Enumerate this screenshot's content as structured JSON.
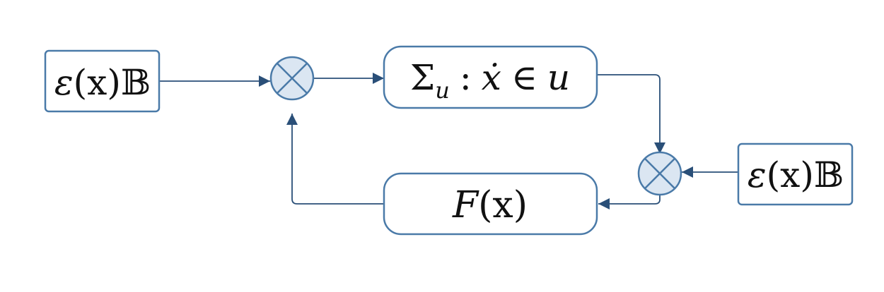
{
  "nodes": {
    "input_left": {
      "symbol": "ε",
      "arg": "(x)",
      "set": "𝔹"
    },
    "input_right": {
      "symbol": "ε",
      "arg": "(x)",
      "set": "𝔹"
    },
    "system": {
      "sigma": "Σ",
      "sub": "u",
      "colon": ":",
      "xdot": "ẋ",
      "member": "∈",
      "u": "u"
    },
    "feedback": {
      "F": "F",
      "arg": "(x)"
    },
    "junction_top": {
      "icon": "circle-times-icon"
    },
    "junction_bottom": {
      "icon": "circle-times-icon"
    }
  },
  "colors": {
    "stroke": "#4a7aa8",
    "fill": "#ffffff",
    "junction_fill": "#dbe6f2",
    "arrow": "#2a4f78"
  }
}
